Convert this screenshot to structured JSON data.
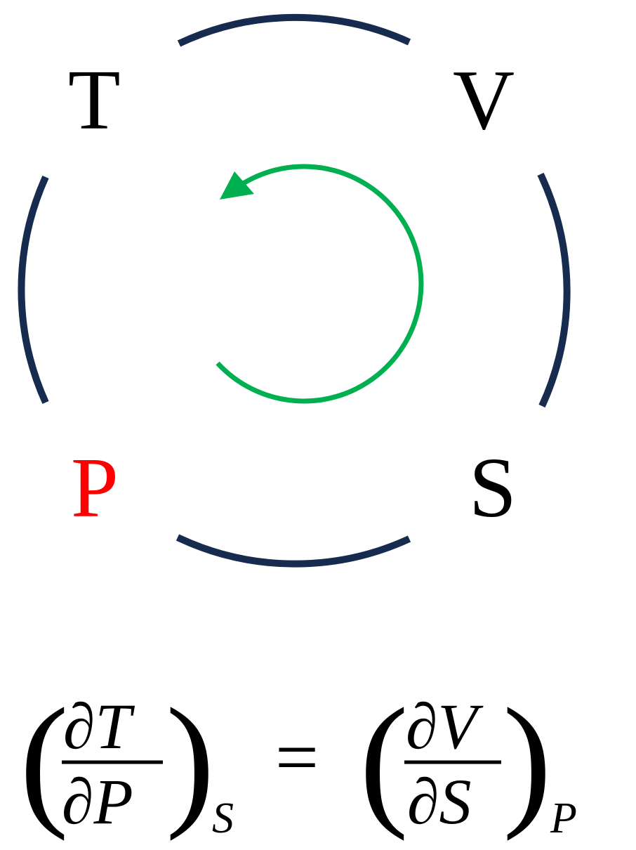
{
  "diagram": {
    "corners": {
      "top_left": "T",
      "top_right": "V",
      "bottom_left": "P",
      "bottom_right": "S"
    },
    "colors": {
      "ring": "#172b4f",
      "cycle_arrow": "#00b050",
      "highlight": "#ff0000",
      "text": "#000000"
    },
    "cycle_direction": "counterclockwise"
  },
  "equation": {
    "left": {
      "numerator": "∂T",
      "denominator": "∂P",
      "subscript": "S"
    },
    "equals": "=",
    "right": {
      "numerator": "∂V",
      "denominator": "∂S",
      "subscript": "P"
    },
    "open_paren": "(",
    "close_paren": ")"
  }
}
